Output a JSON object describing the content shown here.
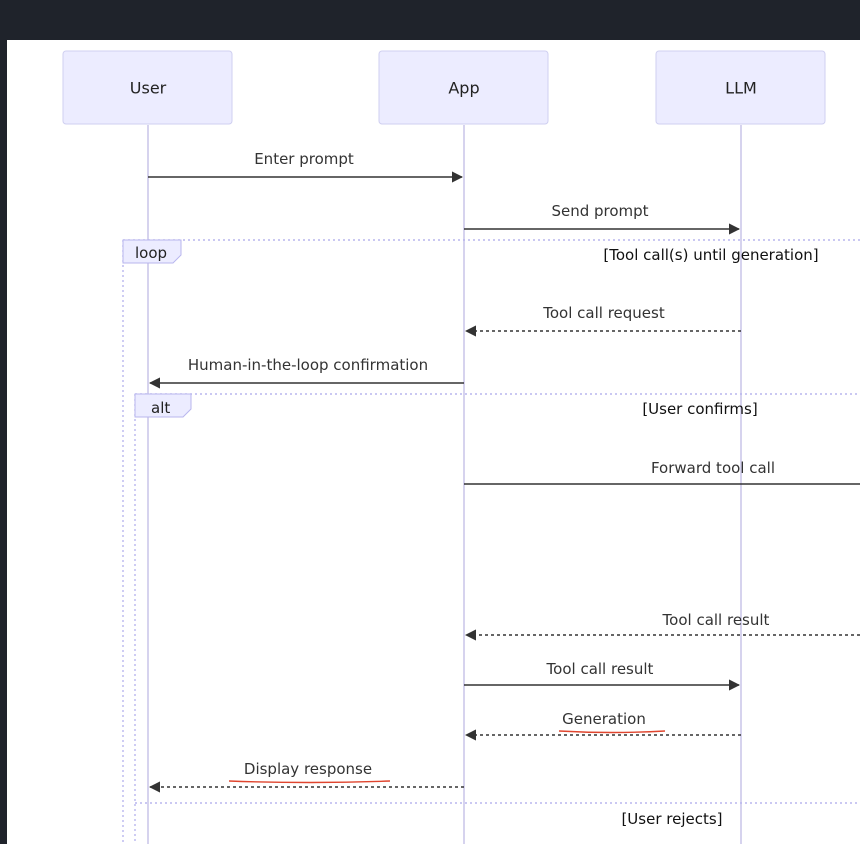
{
  "actors": [
    {
      "id": "user",
      "label": "User"
    },
    {
      "id": "app",
      "label": "App"
    },
    {
      "id": "llm",
      "label": "LLM"
    }
  ],
  "messages": [
    {
      "text": "Enter prompt",
      "from": "user",
      "to": "app",
      "style": "solid"
    },
    {
      "text": "Send prompt",
      "from": "app",
      "to": "llm",
      "style": "solid"
    },
    {
      "text": "Tool call request",
      "from": "llm",
      "to": "app",
      "style": "dashed"
    },
    {
      "text": "Human-in-the-loop confirmation",
      "from": "app",
      "to": "user",
      "style": "solid"
    },
    {
      "text": "Forward tool call",
      "from": "app",
      "to": "offscreen",
      "style": "solid"
    },
    {
      "text": "Tool call result",
      "from": "offscreen",
      "to": "app",
      "style": "dashed"
    },
    {
      "text": "Tool call result",
      "from": "app",
      "to": "llm",
      "style": "solid"
    },
    {
      "text": "Generation",
      "from": "llm",
      "to": "app",
      "style": "dashed"
    },
    {
      "text": "Display response",
      "from": "app",
      "to": "user",
      "style": "dashed"
    }
  ],
  "frames": {
    "loop": {
      "label": "loop",
      "condition": "[Tool call(s) until generation]"
    },
    "alt": {
      "label": "alt",
      "condition": "[User confirms]",
      "else_condition": "[User rejects]"
    }
  },
  "colors": {
    "background": "#1f232b",
    "actor_fill": "#ececff",
    "lifeline": "#d6d3ee",
    "frame": "#b8b6ee",
    "spellcheck": "#e0452e"
  }
}
